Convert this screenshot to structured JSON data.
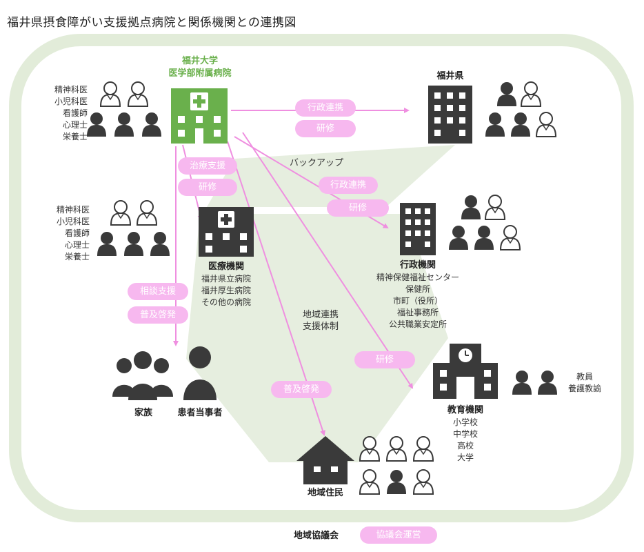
{
  "title": "福井県摂食障がい支援拠点病院と関係機関との連携図",
  "colors": {
    "green": "#6ab04c",
    "dark": "#3a3a3a",
    "pink_pill": "#f7b8ef",
    "pink_arrow": "#ef8fe0",
    "light_green": "#e6eedf"
  },
  "hospital": {
    "name_line1": "福井大学",
    "name_line2": "医学部附属病院",
    "icon": "hospital-building-icon",
    "staff": [
      "精神科医",
      "小児科医",
      "看護師",
      "心理士",
      "栄養士"
    ]
  },
  "prefecture": {
    "name": "福井県"
  },
  "medical": {
    "name": "医療機関",
    "members": [
      "福井県立病院",
      "福井厚生病院",
      "その他の病院"
    ],
    "staff": [
      "精神科医",
      "小児科医",
      "看護師",
      "心理士",
      "栄養士"
    ]
  },
  "admin": {
    "name": "行政機関",
    "members": [
      "精神保健福祉センター",
      "保健所",
      "市町（役所）",
      "福祉事務所",
      "公共職業安定所"
    ]
  },
  "education": {
    "name": "教育機関",
    "members": [
      "小学校",
      "中学校",
      "高校",
      "大学"
    ],
    "staff": [
      "教員",
      "養護教諭"
    ]
  },
  "family": {
    "label": "家族"
  },
  "patient": {
    "label": "患者当事者"
  },
  "residents": {
    "label": "地域住民"
  },
  "backup": "バックアップ",
  "regional_system": [
    "地域連携",
    "支援体制"
  ],
  "council": {
    "label": "地域協議会",
    "pill": "協議会運営"
  },
  "pills": {
    "admin_cooperation_top": "行政連携",
    "training_top": "研修",
    "treatment_support": "治療支援",
    "training_medical": "研修",
    "admin_cooperation_mid": "行政連携",
    "training_admin": "研修",
    "consultation_support": "相談支援",
    "awareness_left": "普及啓発",
    "training_education": "研修",
    "awareness_center": "普及啓発"
  }
}
